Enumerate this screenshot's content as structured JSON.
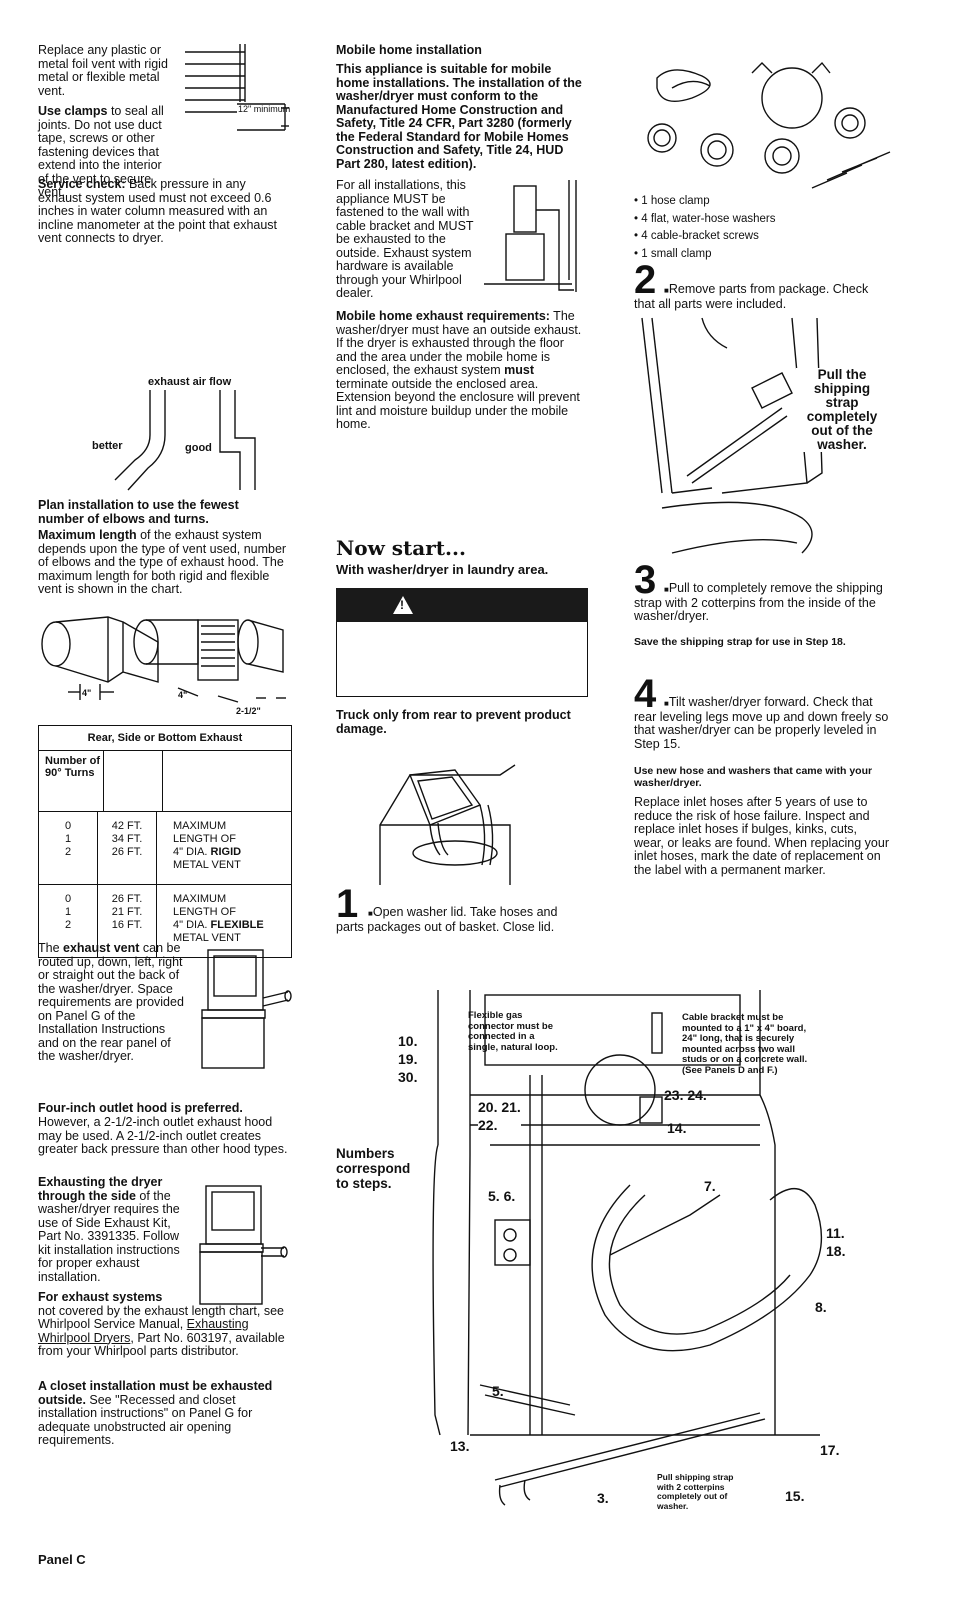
{
  "left_col": {
    "vent_text": "Replace any plastic or metal foil vent with rigid metal or flexible metal vent.",
    "clamps_lead": "Use clamps",
    "clamps_text": " to seal all joints. Do not use duct tape, screws or other fastening devices that extend into the interior of the vent to secure vent.",
    "diagram_12_label": "12\" minimum",
    "service_lead": "Service check:",
    "service_text": " Back pressure in any exhaust system used must not exceed 0.6 inches in water column measured with an incline manometer at the point that exhaust vent connects to dryer.",
    "elbow_labels": {
      "flow": "exhaust air flow",
      "better": "better",
      "good": "good"
    },
    "plan_heading": "Plan installation to use the fewest number of elbows and turns.",
    "maxlen_lead": "Maximum length",
    "maxlen_text": " of the exhaust system depends upon the type of vent used, number of elbows and the type of exhaust hood. The maximum length for both rigid and flexible vent is shown in the chart.",
    "hood_dims": [
      "4\"",
      "4\"",
      "2-1/2\""
    ],
    "table": {
      "title": "Rear, Side or Bottom Exhaust",
      "col1_header": "Number of 90° Turns",
      "rigid": {
        "turns": [
          "0",
          "1",
          "2"
        ],
        "lengths": [
          "42 FT.",
          "34 FT.",
          "26 FT."
        ],
        "desc_a": "MAXIMUM",
        "desc_b": "LENGTH OF",
        "desc_c": "4\" DIA. ",
        "desc_bold": "RIGID",
        "desc_d": "METAL VENT"
      },
      "flexible": {
        "turns": [
          "0",
          "1",
          "2"
        ],
        "lengths": [
          "26 FT.",
          "21 FT.",
          "16 FT."
        ],
        "desc_a": "MAXIMUM",
        "desc_b": "LENGTH OF",
        "desc_c": "4\" DIA. ",
        "desc_bold": "FLEXIBLE",
        "desc_d": "METAL VENT"
      }
    },
    "route_pre": "The ",
    "route_lead": "exhaust vent",
    "route_text": " can be routed up, down, left, right or straight out the back of the washer/dryer. Space requirements are provided on Panel G of the Installation Instructions and on the rear panel of the washer/dryer.",
    "fourinch_heading": "Four-inch outlet hood is preferred.",
    "fourinch_text": "However, a 2-1/2-inch outlet exhaust hood may be used. A 2-1/2-inch outlet creates greater back pressure than other hood types.",
    "side_lead": "Exhausting the dryer through the side",
    "side_text": " of the washer/dryer requires the use of Side Exhaust Kit, Part No. 3391335. Follow kit installation instructions for proper exhaust installation.",
    "other_lead": "For exhaust systems",
    "other_text_a": "not covered by the exhaust length chart, see Whirlpool Service Manual, ",
    "other_link": "Exhausting Whirlpool Dryers",
    "other_text_b": ", Part No. 603197, available from your Whirlpool parts distributor.",
    "closet_lead": "A closet installation must be exhausted outside.",
    "closet_text": " See \"Recessed and closet installation instructions\" on Panel G for adequate unobstructed air opening requirements.",
    "panel_label": "Panel C"
  },
  "mid_col": {
    "mobile_heading": "Mobile home installation",
    "mobile_bold": "This appliance is suitable for mobile home installations. The installation of the washer/dryer must conform to the Manufactured Home Construction and Safety, Title 24 CFR, Part 3280 (formerly the Federal Standard for Mobile Homes Construction and Safety, Title 24, HUD Part 280, latest edition).",
    "fasten_text": "For all installations, this appliance MUST be fastened to the wall with cable bracket and MUST be exhausted to the outside. Exhaust system hardware is available through your Whirlpool dealer.",
    "mh_exhaust_lead": "Mobile home exhaust requirements:",
    "mh_exhaust_text_a": " The washer/dryer must have an outside exhaust. If the dryer is exhausted through the floor and the area under the mobile home is enclosed, the exhaust system ",
    "mh_exhaust_must": "must",
    "mh_exhaust_text_b": " terminate outside the enclosed area. Extension beyond the enclosure will prevent lint and moisture buildup under the mobile home.",
    "now_start": "Now start...",
    "now_sub": "With washer/dryer in laundry area.",
    "warning_symbol": "!",
    "truck_text": "Truck only from rear to prevent product damage.",
    "step1_num": "1",
    "step1_text": "Open washer lid. Take hoses and parts packages out of basket. Close lid."
  },
  "right_col": {
    "parts": [
      "1 hose clamp",
      "4 flat, water-hose washers",
      "4 cable-bracket screws",
      "1 small clamp"
    ],
    "step2_num": "2",
    "step2_text": "Remove parts from package. Check that all parts were included.",
    "pull_callout": "Pull the shipping strap completely out of the washer.",
    "step3_num": "3",
    "step3_text": "Pull to completely remove the shipping strap with 2 cotterpins from the inside of the washer/dryer.",
    "step3_note": "Save the shipping strap for use in Step 18.",
    "step4_num": "4",
    "step4_text": "Tilt washer/dryer forward. Check that rear leveling legs move up and down freely so that washer/dryer can be properly leveled in Step 15.",
    "hose_heading": "Use new hose and washers that came with your washer/dryer.",
    "hose_text": "Replace inlet hoses after 5 years of use to reduce the risk of hose failure. Inspect and replace inlet hoses if bulges, kinks, cuts, wear, or leaks are found. When replacing your inlet hoses, mark the date of replacement on the label with a permanent marker."
  },
  "big_diagram": {
    "note_gas": "Flexible gas connector must be connected in a single, natural loop.",
    "note_bracket": "Cable bracket must be mounted to a 1\" x 4\" board, 24\" long, that is securely mounted across two wall studs or on a concrete wall. (See Panels D and F.)",
    "numbers_note": "Numbers correspond to steps.",
    "strap_note": "Pull shipping strap with 2 cotterpins completely out of washer.",
    "labels": {
      "l10": "10.",
      "l19": "19.",
      "l30": "30.",
      "l20": "20. 21.",
      "l22": "22.",
      "l23": "23. 24.",
      "l14": "14.",
      "l56": "5. 6.",
      "l7": "7.",
      "l11": "11.",
      "l18": "18.",
      "l8": "8.",
      "l5": "5.",
      "l13": "13.",
      "l17": "17.",
      "l3": "3.",
      "l15": "15."
    }
  }
}
